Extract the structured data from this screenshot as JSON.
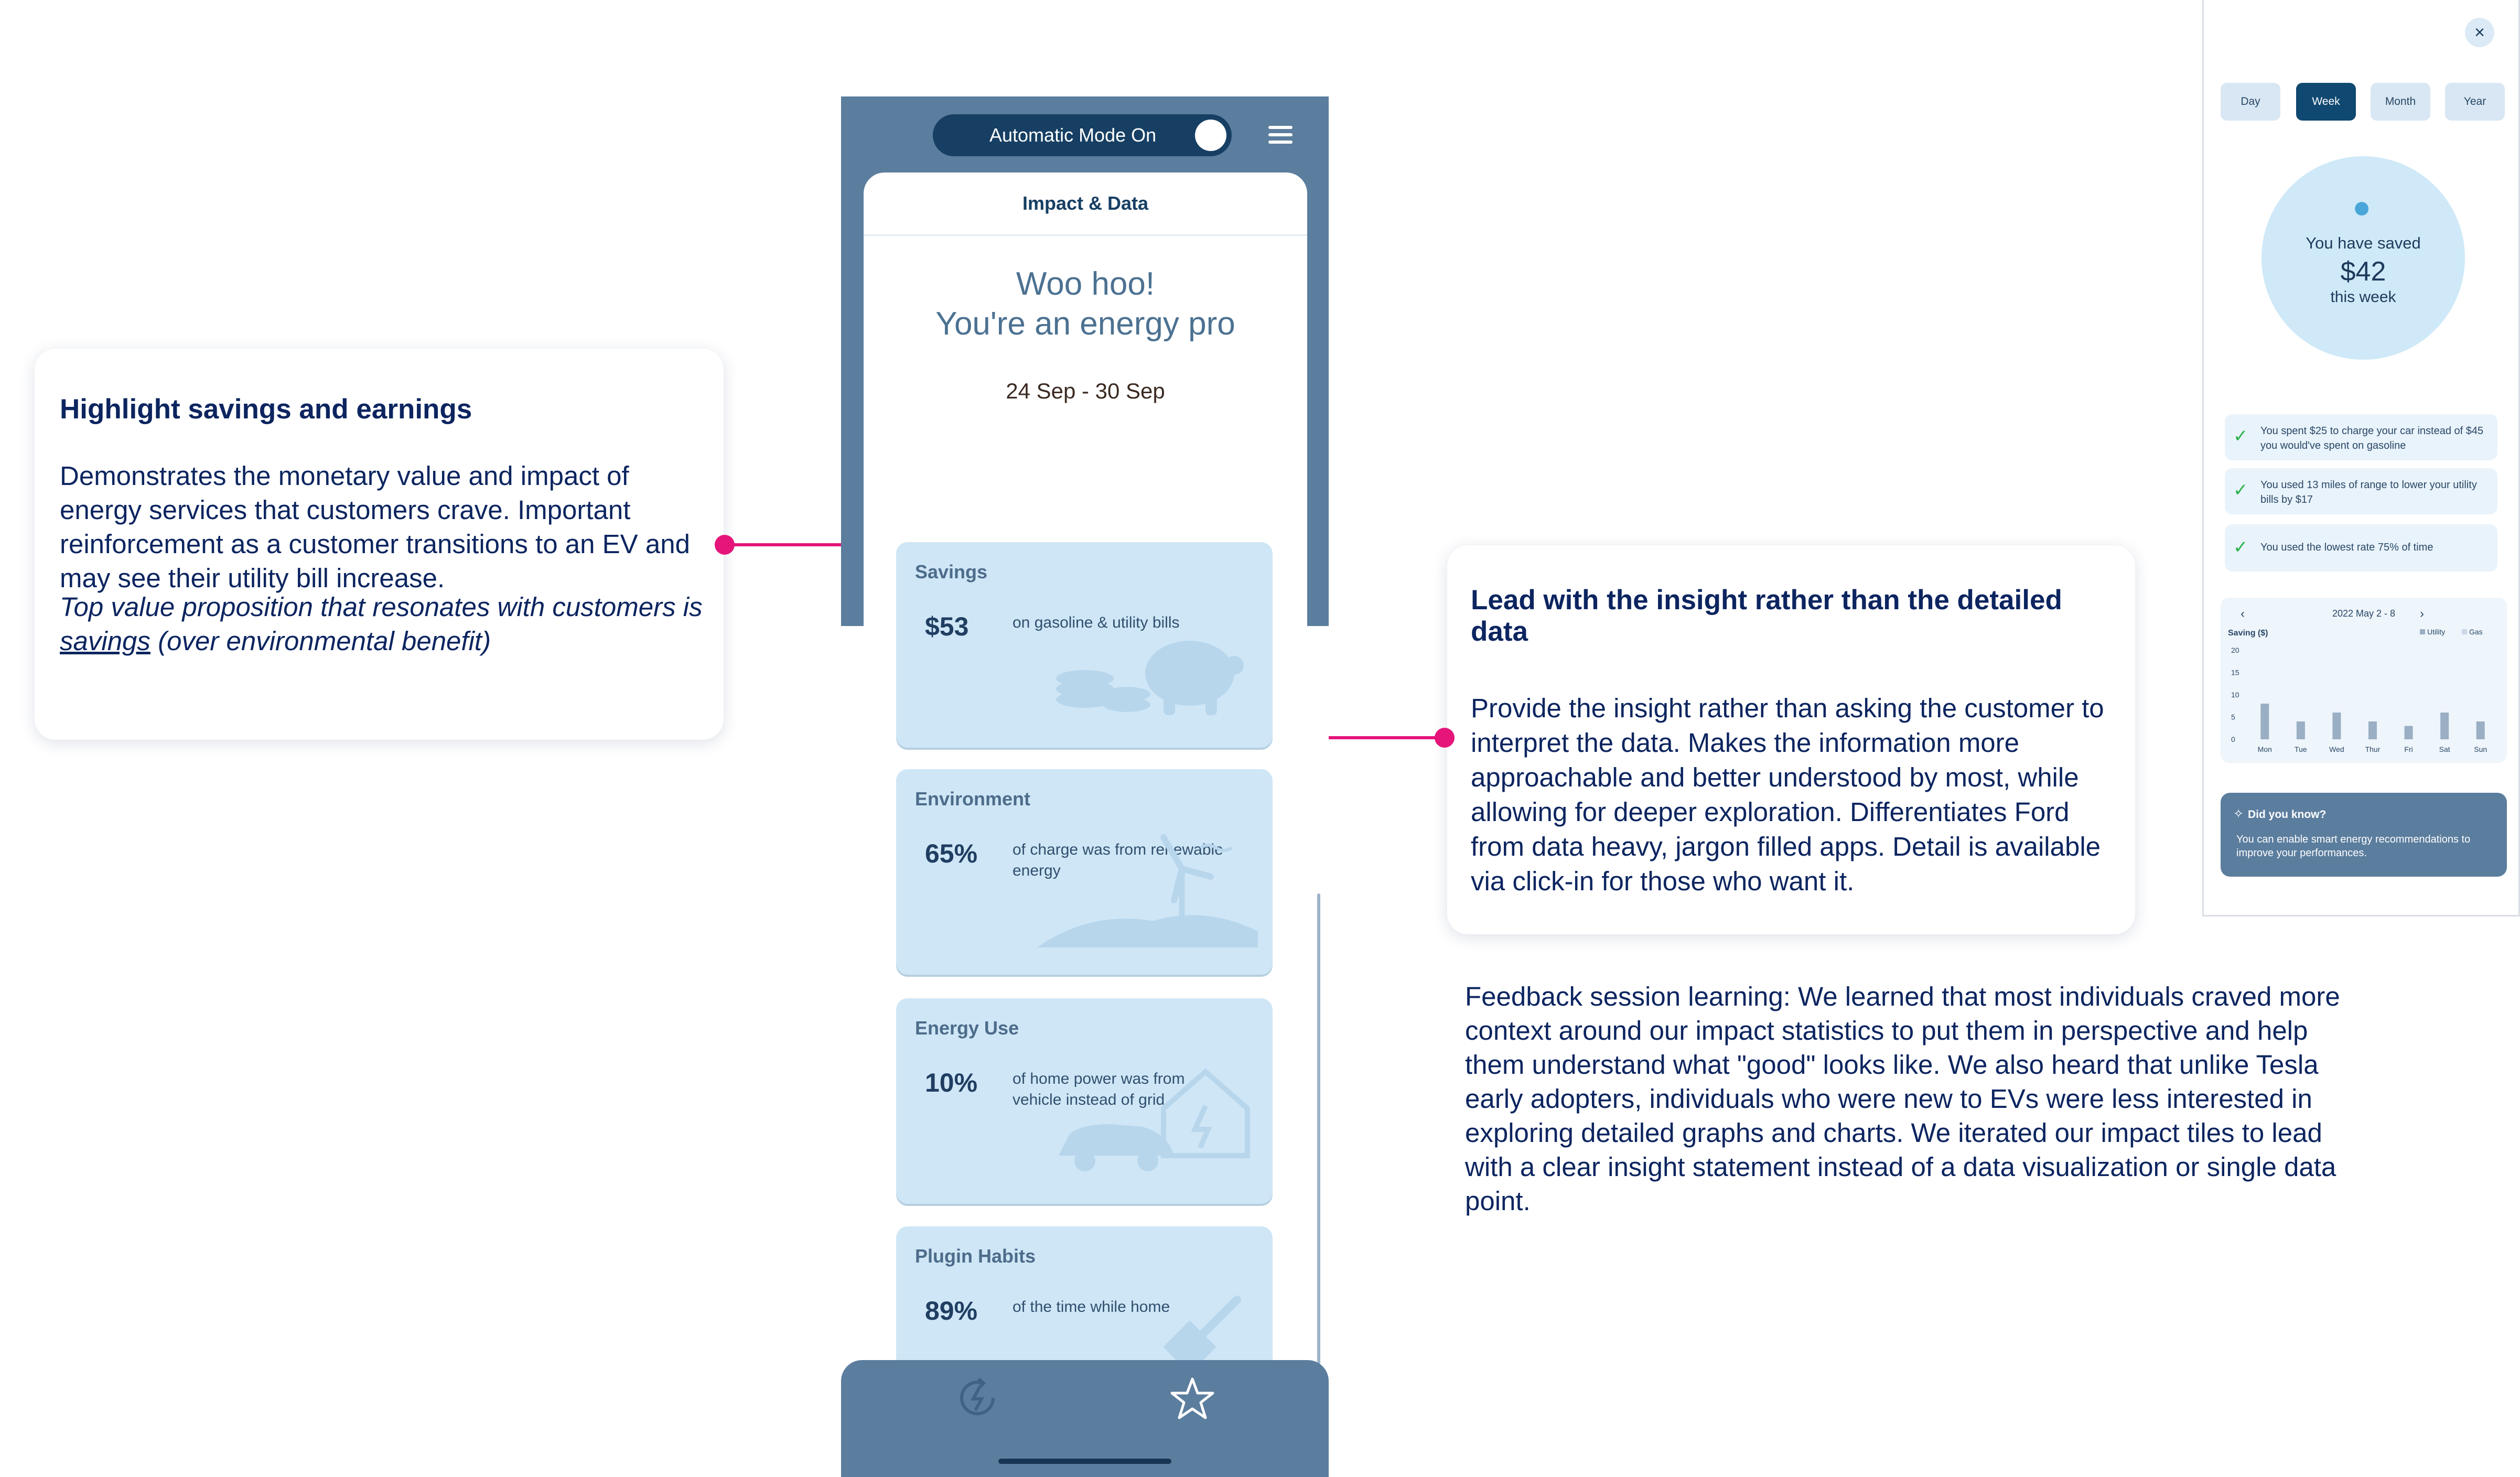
{
  "left_card": {
    "title": "Highlight savings and earnings",
    "description": "Demonstrates the monetary value and impact of energy services that customers crave. Important reinforcement as a customer transitions to an EV and may see their utility bill increase.",
    "quote_prefix": "Top value proposition that resonates with customers is ",
    "quote_link": "savings",
    "quote_suffix": " (over environmental benefit)"
  },
  "right_card": {
    "title": "Lead with the insight rather than the detailed data",
    "description": "Provide the insight rather than asking the customer to interpret the data. Makes the information more approachable and better understood by most, while allowing for deeper exploration. Differentiates Ford from data heavy, jargon filled apps. Detail is available via click-in for those who want it."
  },
  "feedback": "Feedback session learning: We learned that most individuals craved more context around our impact statistics to put them in perspective and help them understand what \"good\" looks like. We also heard that unlike Tesla early adopters, individuals who were new to EVs were less interested in exploring detailed graphs and charts. We iterated our impact tiles to lead with a clear insight statement instead of a data visualization or single data point.",
  "phone": {
    "toggle_label": "Automatic Mode On",
    "header": "Impact & Data",
    "woo_line1": "Woo hoo!",
    "woo_line2": "You're an energy pro",
    "dates": "24 Sep - 30 Sep",
    "tiles": [
      {
        "title": "Savings",
        "value": "$53",
        "sub": "on gasoline & utility bills"
      },
      {
        "title": "Environment",
        "value": "65%",
        "sub": "of charge was from renewable energy"
      },
      {
        "title": "Energy Use",
        "value": "10%",
        "sub": "of home power was from vehicle instead of grid"
      },
      {
        "title": "Plugin Habits",
        "value": "89%",
        "sub": "of the time while home"
      }
    ]
  },
  "detail": {
    "tabs": [
      "Day",
      "Week",
      "Month",
      "Year"
    ],
    "active_tab": "Week",
    "saved_line1": "You have saved",
    "saved_amount": "$42",
    "saved_line3": "this week",
    "insights": [
      "You spent $25 to charge your car instead of $45 you would've spent on gasoline",
      "You used 13 miles of range to lower your utility bills by $17",
      "You used the lowest rate 75% of time"
    ],
    "did_you_know_title": "Did you know?",
    "did_you_know_body": "You can enable smart energy recommendations to improve your performances."
  },
  "chart_data": {
    "type": "bar",
    "title": "2022 May 2 - 8",
    "ylabel": "Saving ($)",
    "categories": [
      "Mon",
      "Tue",
      "Wed",
      "Thur",
      "Fri",
      "Sat",
      "Sun"
    ],
    "yticks": [
      0,
      5,
      10,
      15,
      20
    ],
    "ylim": [
      0,
      20
    ],
    "series": [
      {
        "name": "Utility",
        "values": [
          8,
          4,
          6,
          4,
          3,
          6,
          4
        ],
        "color": "#9aaec4"
      },
      {
        "name": "Gas",
        "values": [
          0,
          0,
          0,
          0,
          0,
          0,
          0
        ],
        "color": "#c9d8e6"
      }
    ],
    "legend": "top-right",
    "grid": false
  }
}
